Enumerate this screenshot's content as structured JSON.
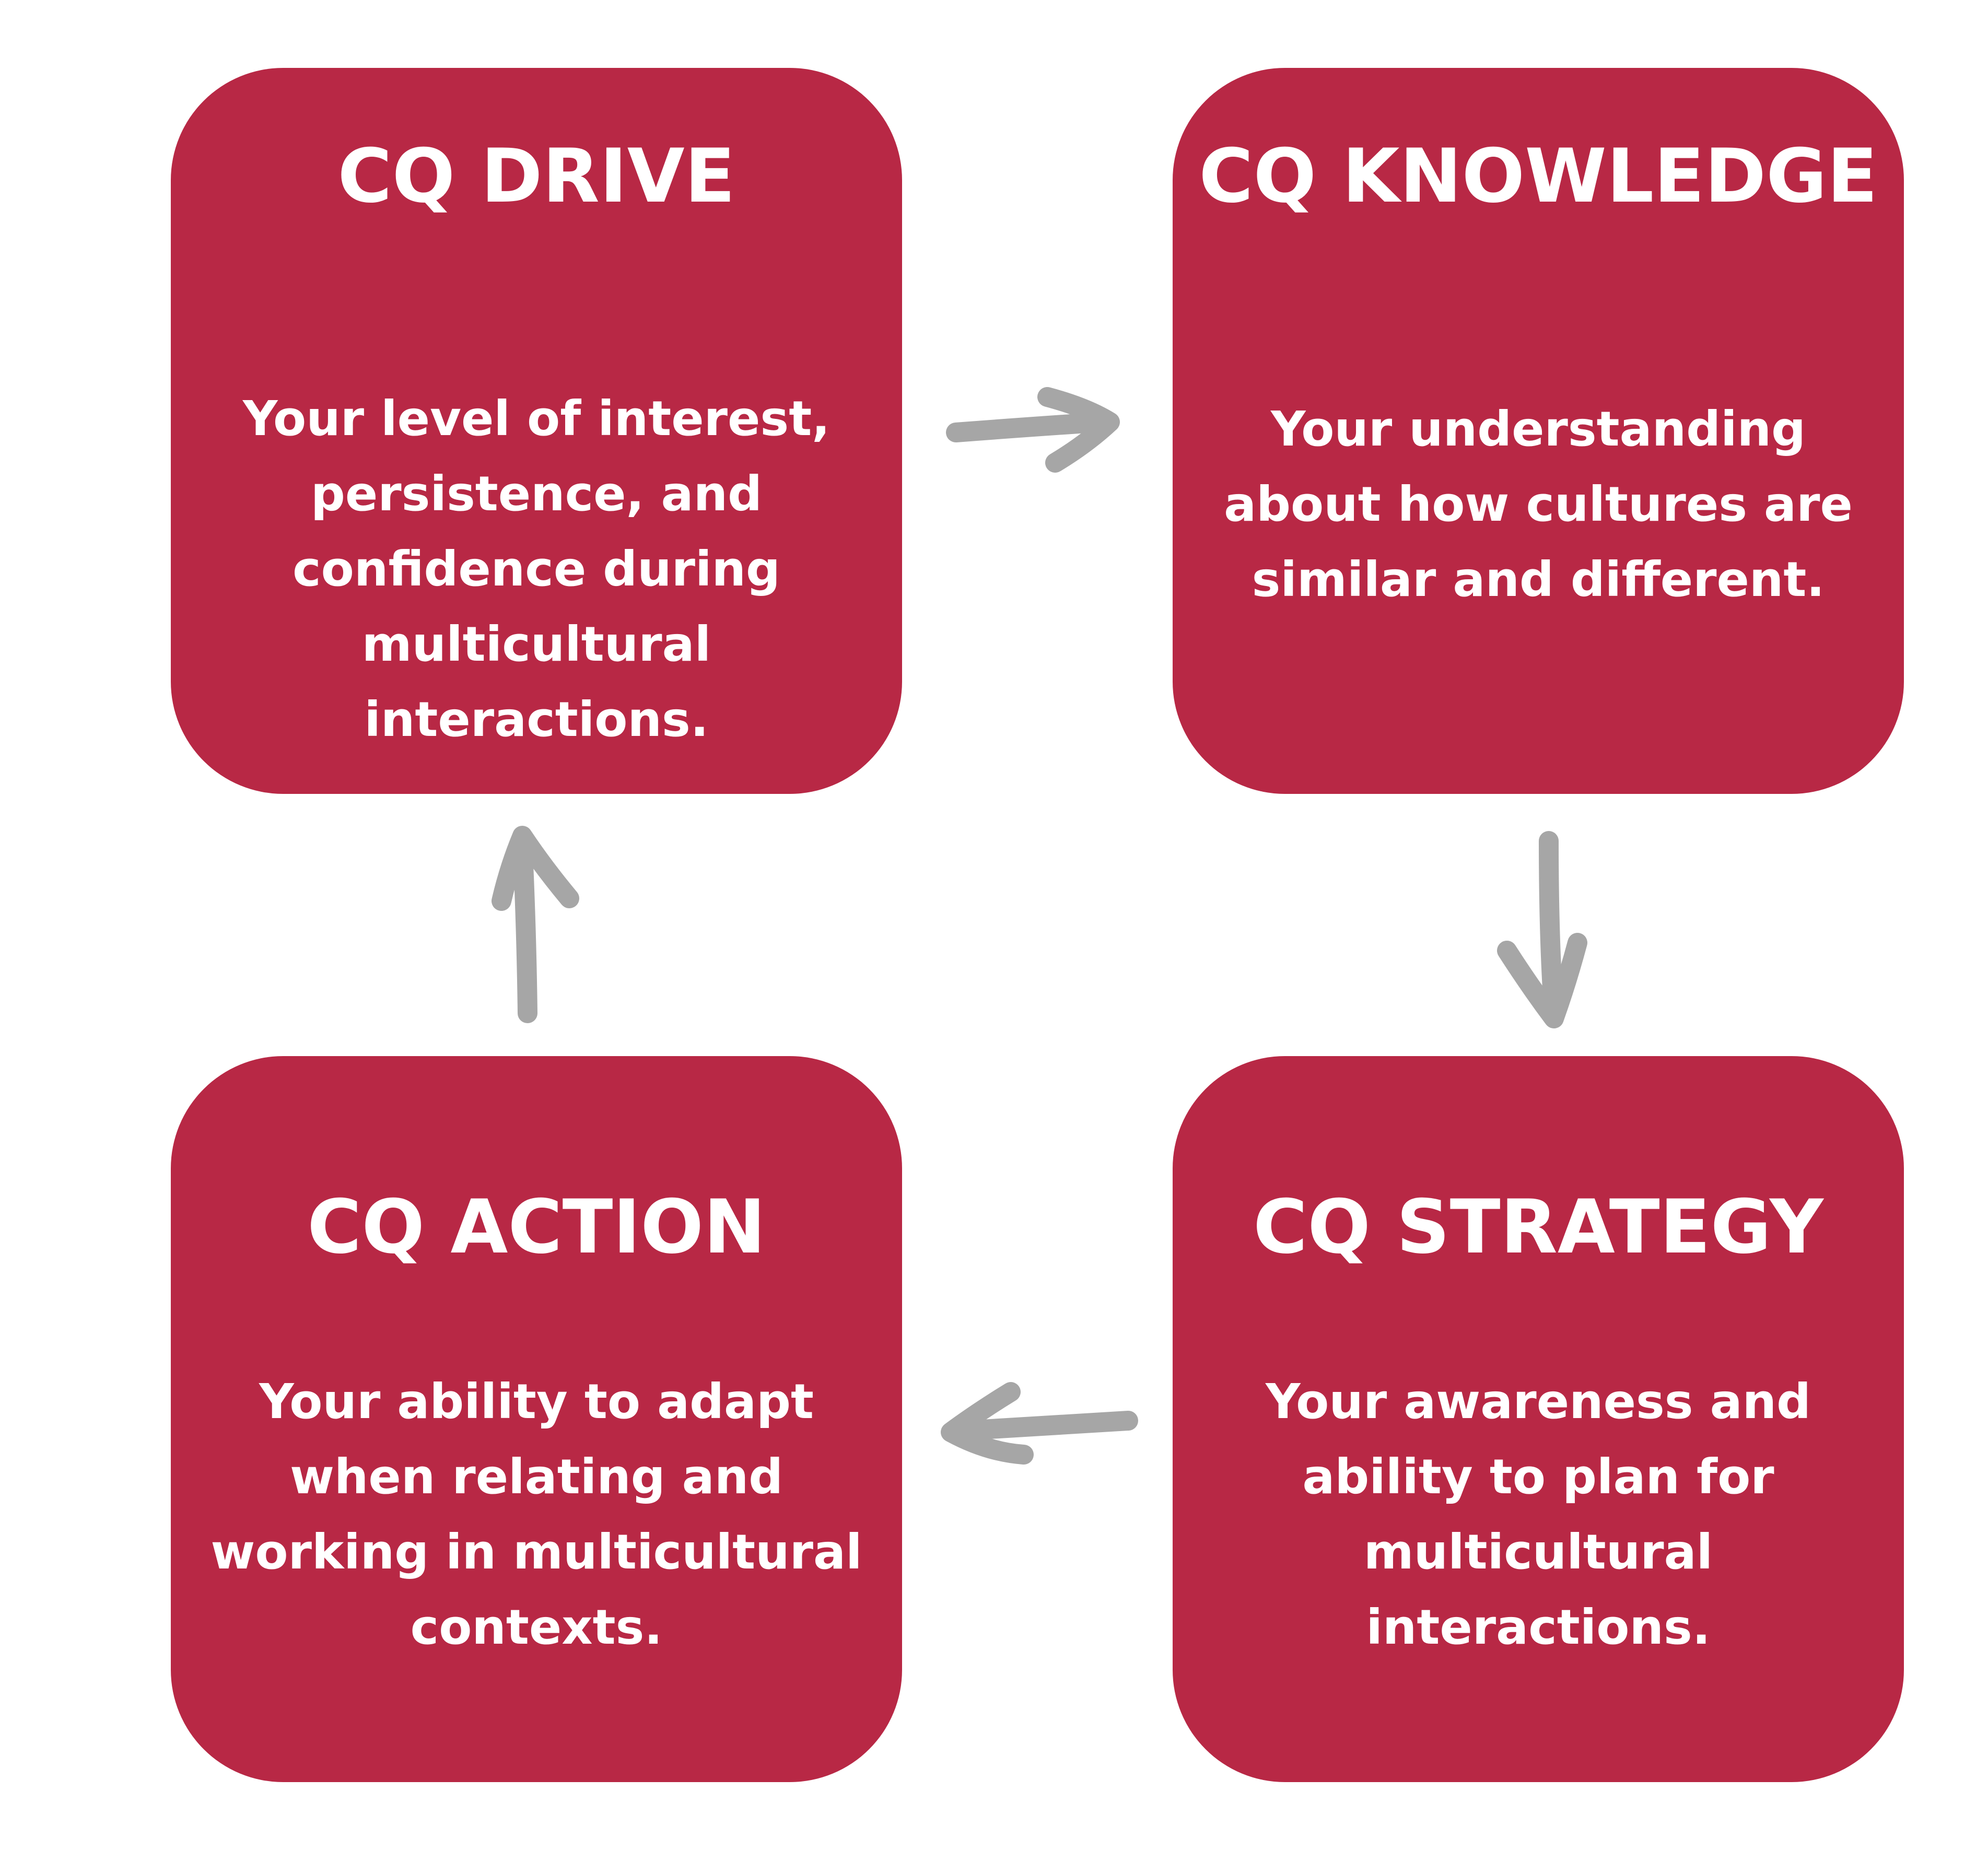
{
  "colors": {
    "card_background": "#b82845",
    "card_text": "#ffffff",
    "arrow": "#a6a6a6",
    "page_background": "#ffffff"
  },
  "cards": {
    "drive": {
      "title": "CQ DRIVE",
      "lines": [
        "Your level of interest,",
        "persistence, and",
        "confidence during",
        "multicultural",
        "interactions."
      ]
    },
    "knowledge": {
      "title": "CQ KNOWLEDGE",
      "lines": [
        "Your understanding",
        "about how cultures are",
        "similar and different."
      ]
    },
    "action": {
      "title": "CQ ACTION",
      "lines": [
        "Your ability to adapt",
        "when relating and",
        "working in multicultural",
        "contexts."
      ]
    },
    "strategy": {
      "title": "CQ STRATEGY",
      "lines": [
        "Your awareness and",
        "ability to plan for",
        "multicultural",
        "interactions."
      ]
    }
  },
  "arrows": [
    {
      "name": "arrow-drive-to-knowledge",
      "icon": "arrow-right-icon",
      "from": "drive",
      "to": "knowledge"
    },
    {
      "name": "arrow-knowledge-to-strategy",
      "icon": "arrow-down-icon",
      "from": "knowledge",
      "to": "strategy"
    },
    {
      "name": "arrow-strategy-to-action",
      "icon": "arrow-left-icon",
      "from": "strategy",
      "to": "action"
    },
    {
      "name": "arrow-action-to-drive",
      "icon": "arrow-up-icon",
      "from": "action",
      "to": "drive"
    }
  ]
}
